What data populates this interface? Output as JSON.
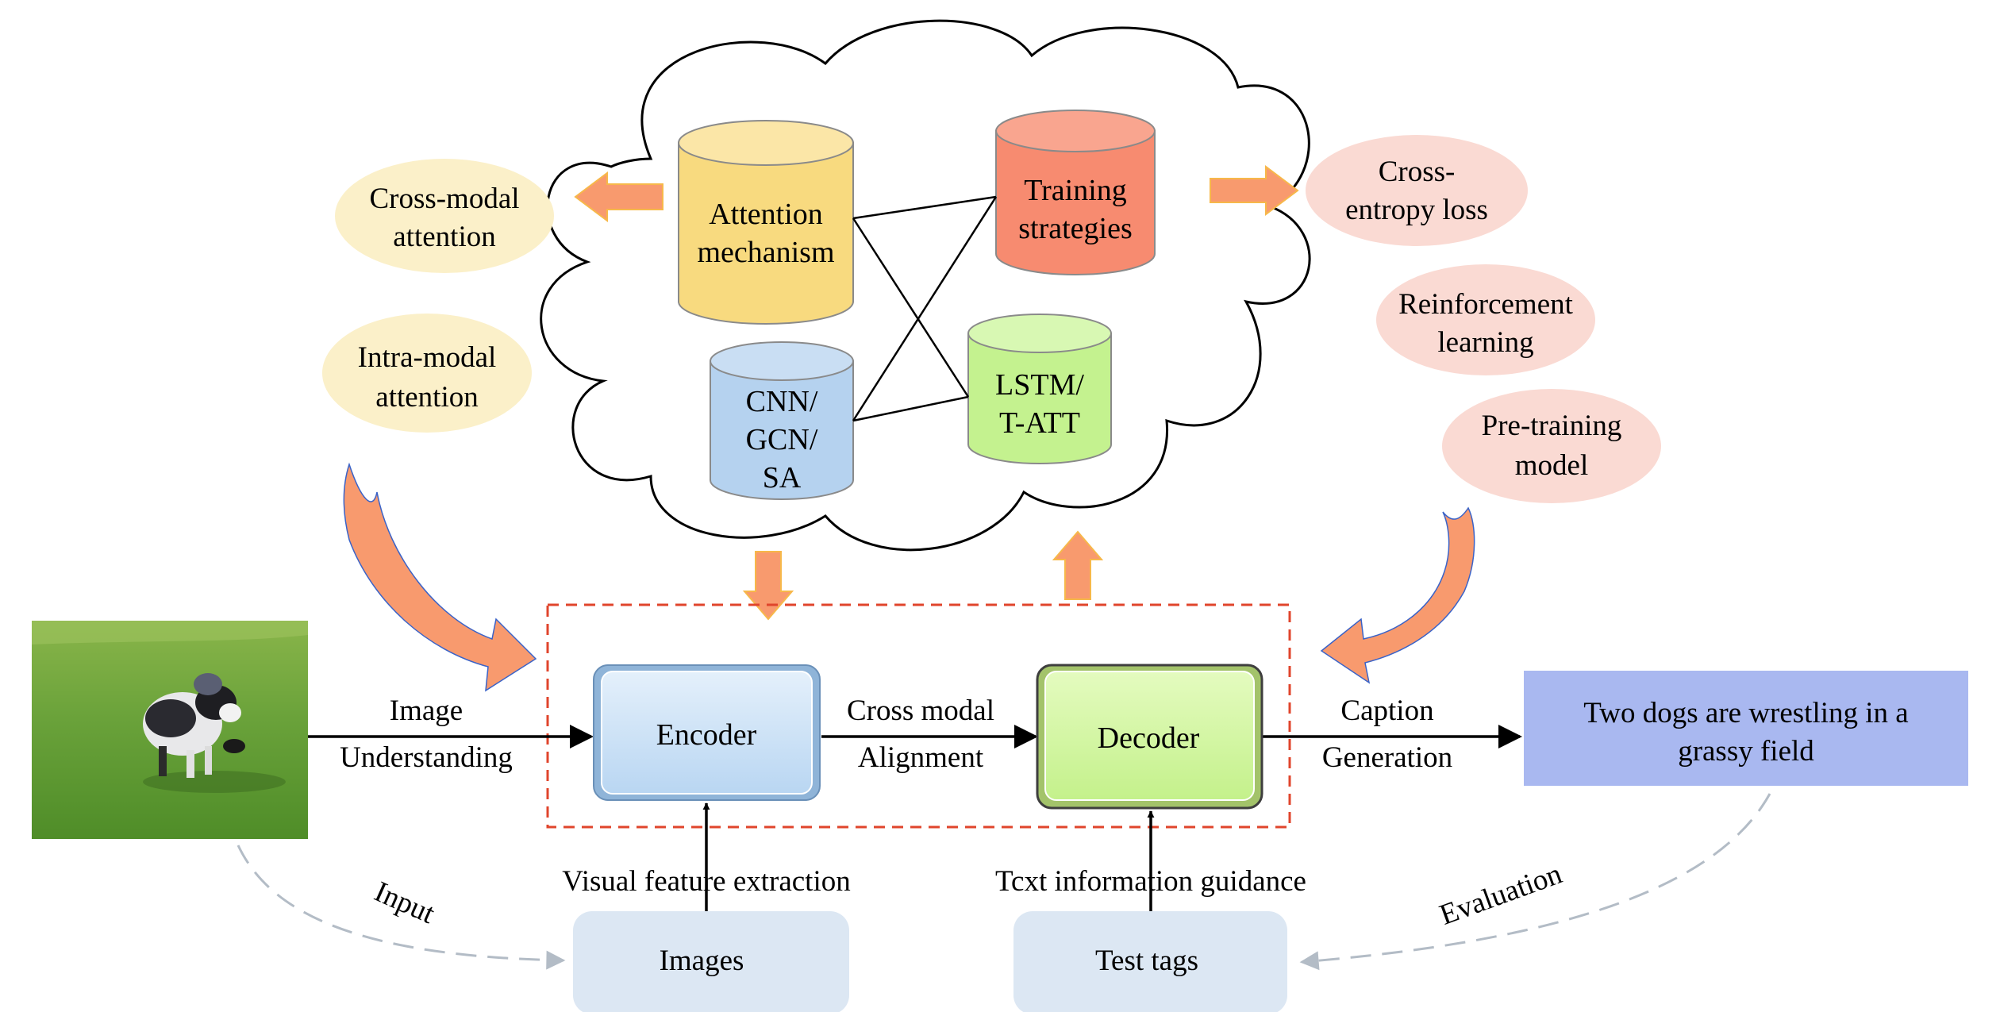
{
  "cloud": {
    "attention": {
      "line1": "Attention",
      "line2": "mechanism"
    },
    "training": {
      "line1": "Training",
      "line2": "strategies"
    },
    "cnn": {
      "line1": "CNN/",
      "line2": "GCN/",
      "line3": "SA"
    },
    "lstm": {
      "line1": "LSTM/",
      "line2": "T-ATT"
    }
  },
  "left_ovals": {
    "cross_modal": {
      "line1": "Cross-modal",
      "line2": "attention"
    },
    "intra_modal": {
      "line1": "Intra-modal",
      "line2": "attention"
    }
  },
  "right_ovals": {
    "cross_entropy": {
      "line1": "Cross-",
      "line2": "entropy loss"
    },
    "reinforcement": {
      "line1": "Reinforcement",
      "line2": "learning"
    },
    "pretraining": {
      "line1": "Pre-training",
      "line2": "model"
    }
  },
  "flow": {
    "image_understanding": {
      "line1": "Image",
      "line2": "Understanding"
    },
    "encoder": "Encoder",
    "cross_modal_alignment": {
      "line1": "Cross modal",
      "line2": "Alignment"
    },
    "decoder": "Decoder",
    "caption_generation": {
      "line1": "Caption",
      "line2": "Generation"
    },
    "output_caption": {
      "line1": "Two dogs are wrestling in a",
      "line2": "grassy field"
    }
  },
  "bottom": {
    "visual_feature": "Visual feature extraction",
    "text_guidance": "Tcxt information guidance",
    "images": "Images",
    "test_tags": "Test tags",
    "input_label": "Input",
    "evaluation_label": "Evaluation"
  },
  "colors": {
    "attention_cyl": "#f8da7f",
    "training_cyl": "#f78b70",
    "cnn_cyl": "#b5d2ef",
    "lstm_cyl": "#c4f28f",
    "oval_yellow": "#fbf0c9",
    "oval_pink": "#fadad3",
    "arrow_orange": "#f89a6e",
    "caption_box": "#a9b8f0",
    "bottom_box": "#dce7f3",
    "dashed_frame": "#e0452c"
  }
}
